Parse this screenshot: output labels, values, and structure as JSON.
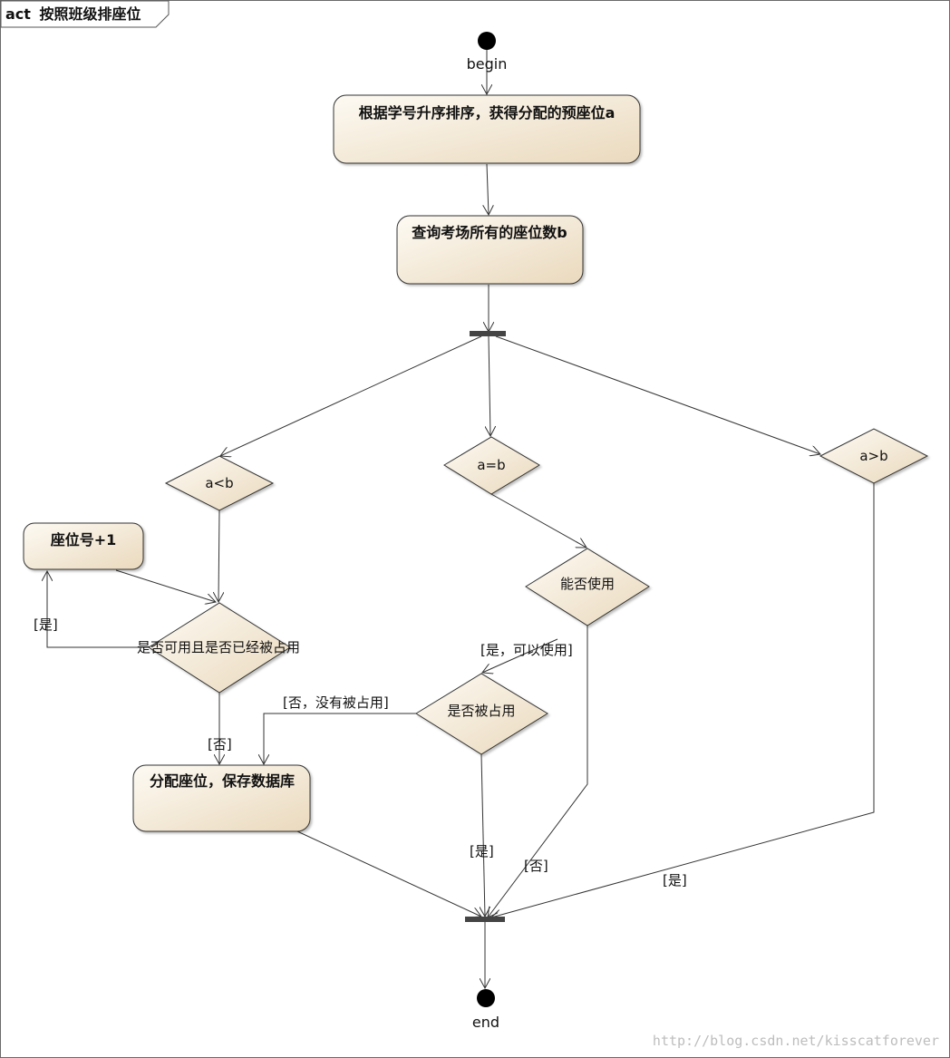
{
  "frame": {
    "keyword": "act",
    "title": "按照班级排座位"
  },
  "nodes": {
    "begin_label": "begin",
    "end_label": "end",
    "sort_action": "根据学号升序排序，获得分配的预座位a",
    "query_action": "查询考场所有的座位数b",
    "cond_less": "a<b",
    "cond_equal": "a=b",
    "cond_greater": "a>b",
    "seat_inc_action": "座位号+1",
    "check_available": "是否可用且是否已经被占用",
    "can_use": "能否使用",
    "is_occupied": "是否被占用",
    "assign_action": "分配座位，保存数据库"
  },
  "guards": {
    "yes_loop": "[是]",
    "no_assign": "[否]",
    "yes_can_use": "[是，可以使用]",
    "no_not_occupied": "[否，没有被占用]",
    "yes_occupied": "[是]",
    "no_cannot_use": "[否]",
    "yes_greater": "[是]"
  },
  "watermark": "http://blog.csdn.net/kisscatforever",
  "colors": {
    "node_fill_light": "#fdfaf3",
    "node_fill_dark": "#ede0c9",
    "stroke": "#333333",
    "bar": "#444444"
  }
}
